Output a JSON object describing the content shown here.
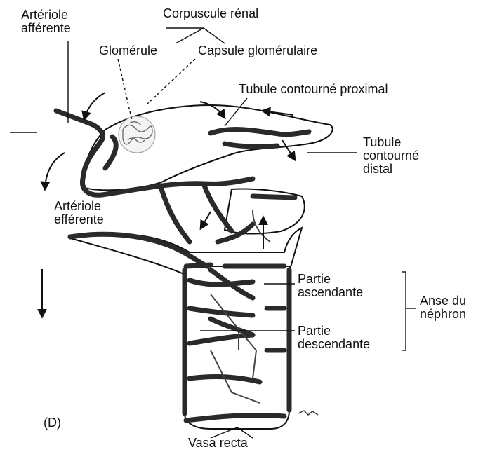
{
  "labels": {
    "arteriole_afferente": [
      "Artériole",
      "afférente"
    ],
    "corpuscule_renal": "Corpuscule rénal",
    "glomerule": "Glomérule",
    "capsule_glomerulaire": "Capsule glomérulaire",
    "tubule_proximal": "Tubule contourné proximal",
    "tubule_distal": [
      "Tubule",
      "contourné",
      "distal"
    ],
    "arteriole_efferente": [
      "Artériole",
      "efférente"
    ],
    "partie_ascendante": [
      "Partie",
      "ascendante"
    ],
    "anse_du_nephron": [
      "Anse du",
      "néphron"
    ],
    "partie_descendante": [
      "Partie",
      "descendante"
    ],
    "vasa_recta": "Vasa recta",
    "panel_letter": "(D)"
  },
  "colors": {
    "vessel": "#2a2a2a",
    "tubule": "#ffffff",
    "line": "#111111"
  }
}
